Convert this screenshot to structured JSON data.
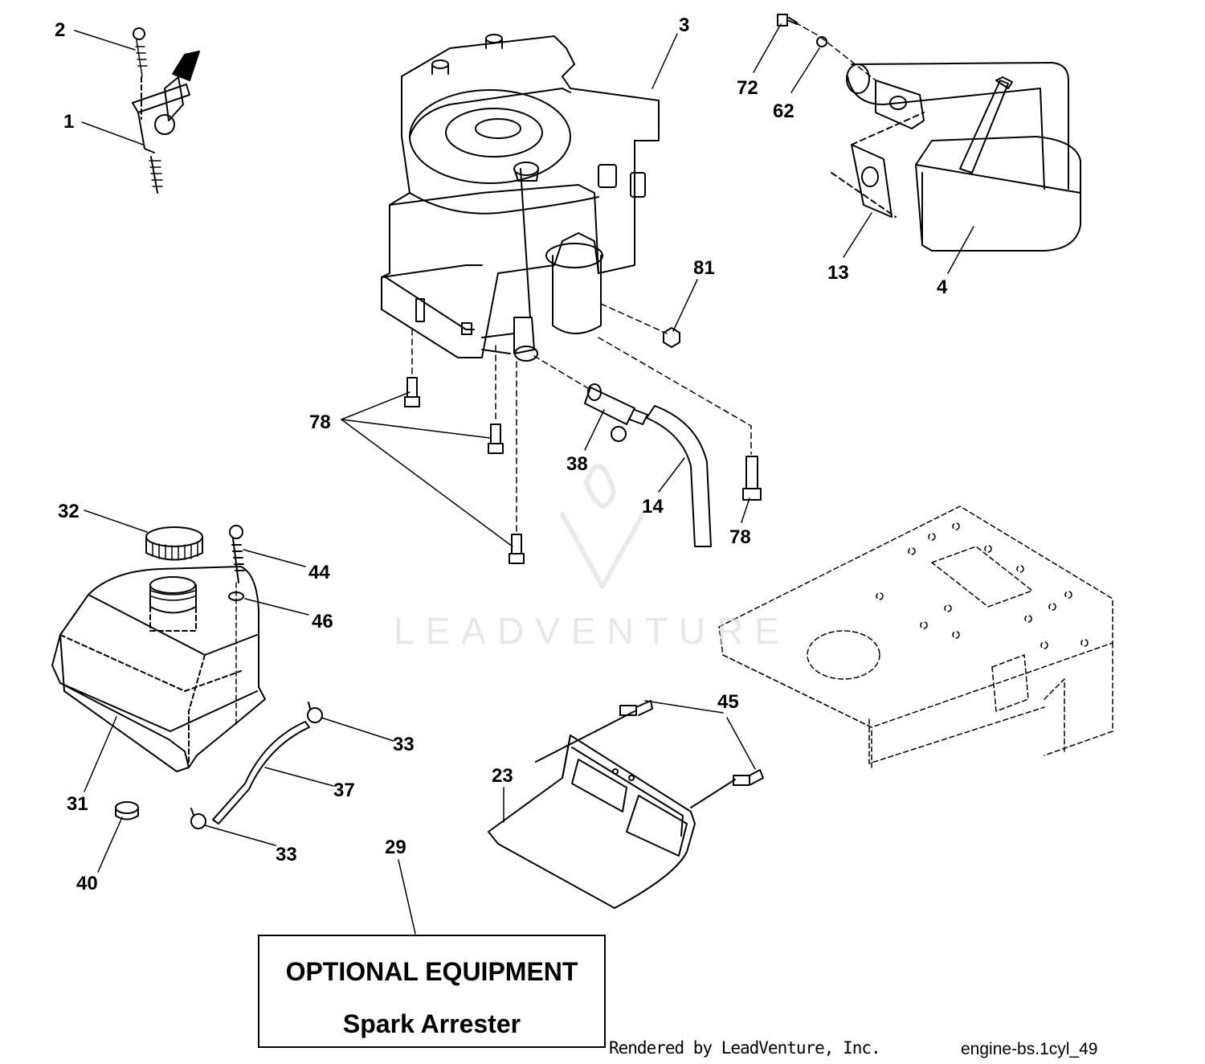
{
  "watermark": "LEADVENTURE",
  "callouts": [
    "2",
    "1",
    "3",
    "72",
    "62",
    "13",
    "4",
    "81",
    "78",
    "38",
    "14",
    "78",
    "32",
    "44",
    "46",
    "33",
    "37",
    "31",
    "33",
    "40",
    "29",
    "45",
    "23"
  ],
  "optional_box": {
    "title": "OPTIONAL EQUIPMENT",
    "subtitle": "Spark Arrester"
  },
  "footer": {
    "credit": "Rendered by LeadVenture, Inc.",
    "diagram_id": "engine-bs.1cyl_49"
  },
  "icons": [
    "throttle-control-icon",
    "engine-icon",
    "muffler-icon",
    "fuel-tank-icon",
    "heat-shield-icon",
    "chassis-frame-icon",
    "leadventure-logo-icon"
  ]
}
